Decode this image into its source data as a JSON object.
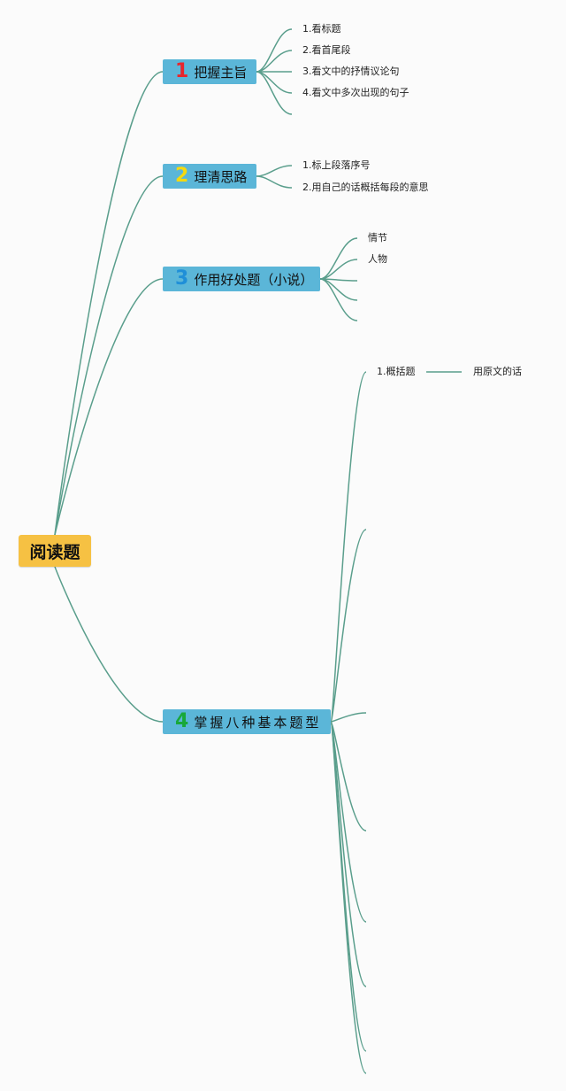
{
  "mindmap": {
    "root": "阅读题",
    "line_color": "#5a9e8c",
    "topics": [
      {
        "num": "1",
        "num_color": "#e8262d",
        "label": "把握主旨",
        "children": [
          "1.看标题",
          "2.看首尾段",
          "3.看文中的抒情议论句",
          "4.看文中多次出现的句子"
        ]
      },
      {
        "num": "2",
        "num_color": "#f5d90f",
        "label": "理清思路",
        "children": [
          "1.标上段落序号",
          "2.用自己的话概括每段的意思"
        ]
      },
      {
        "num": "3",
        "num_color": "#1f8fd8",
        "label": "作用好处题（小说）",
        "children": [
          "情节",
          "人物"
        ]
      },
      {
        "num": "4",
        "num_color": "#18a83a",
        "label": "掌握八种基本题型",
        "children": [
          "1.概括题"
        ],
        "grandchildren": [
          "用原文的话"
        ]
      }
    ]
  }
}
